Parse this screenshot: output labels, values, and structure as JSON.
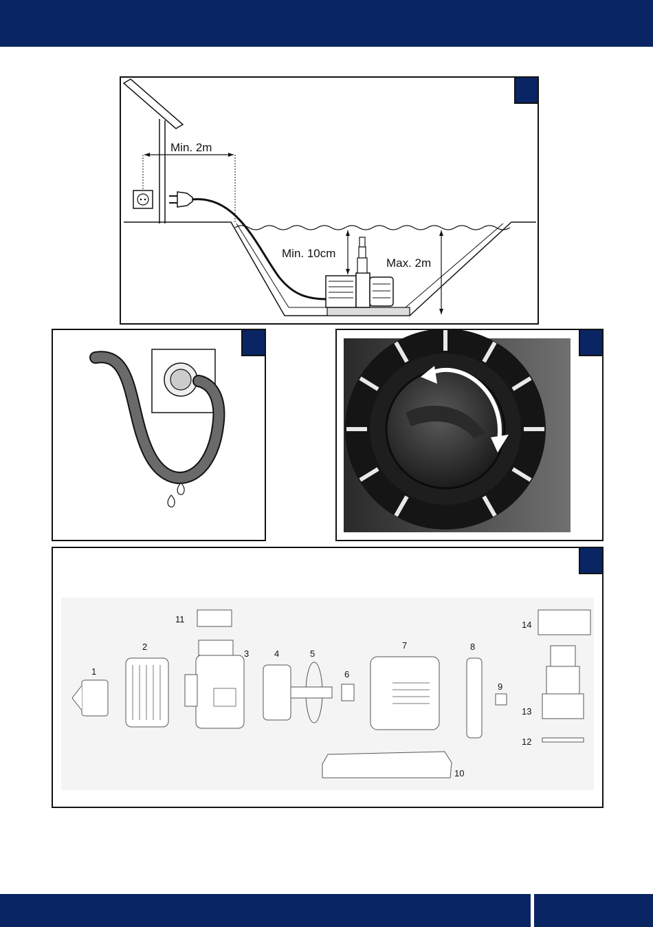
{
  "colors": {
    "brand_navy": "#0a2564",
    "line": "#111111"
  },
  "figure_installation": {
    "icons": [
      "roof-icon",
      "wall-socket-icon",
      "plug-icon",
      "pond-icon",
      "pump-icon"
    ],
    "labels": {
      "min_distance": "Min. 2m",
      "min_depth": "Min. 10cm",
      "max_depth": "Max. 2m"
    }
  },
  "figure_drip_loop": {
    "icons": [
      "wall-socket-icon",
      "cable-icon",
      "water-drop-icon"
    ]
  },
  "figure_flow_control": {
    "icons": [
      "flow-regulator-icon",
      "rotate-arrow-icon"
    ]
  },
  "figure_parts": {
    "parts": [
      "1",
      "2",
      "3",
      "4",
      "5",
      "6",
      "7",
      "8",
      "9",
      "10",
      "11",
      "12",
      "13",
      "14"
    ]
  }
}
